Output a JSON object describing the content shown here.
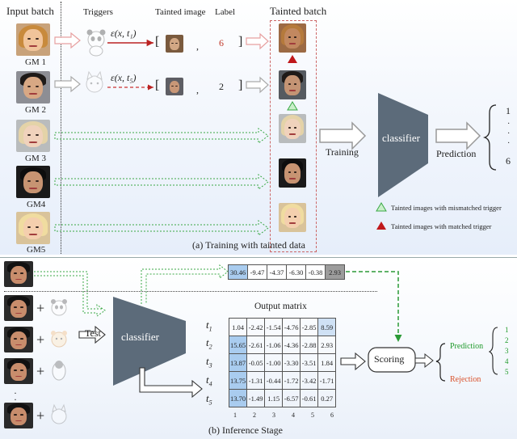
{
  "panel_a": {
    "caption": "(a) Training with tainted data",
    "headers": {
      "input_batch": "Input batch",
      "triggers": "Triggers",
      "tainted_image": "Tainted image",
      "label": "Label",
      "tainted_batch": "Tainted batch"
    },
    "inputs": [
      "GM 1",
      "GM 2",
      "GM 3",
      "GM4",
      "GM5"
    ],
    "row1": {
      "formula": "ε(x, t₁)",
      "open": "[",
      "comma": ",",
      "label": "6",
      "close": "]"
    },
    "row2": {
      "formula": "ε(x, t₅)",
      "open": "[",
      "comma": ",",
      "label": "2",
      "close": "]"
    },
    "training_label": "Training",
    "classifier_label": "classifier",
    "prediction_label": "Prediction",
    "prediction_values": [
      "1",
      "·",
      "·",
      "·",
      "6"
    ],
    "legend": {
      "mismatched": "Tainted images with mismatched trigger",
      "matched": "Tainted images with matched trigger"
    }
  },
  "panel_b": {
    "caption": "(b) Inference Stage",
    "test_label": "Test",
    "classifier_label": "classifier",
    "output_matrix_title": "Output matrix",
    "plus": "+",
    "dots": "·",
    "top_row": [
      "30.46",
      "-9.47",
      "-4.37",
      "-6.30",
      "-0.38",
      "2.93"
    ],
    "row_labels": [
      "t1",
      "t2",
      "t3",
      "t4",
      "t5"
    ],
    "matrix": [
      [
        "1.04",
        "-2.42",
        "-1.54",
        "-4.76",
        "-2.85",
        "8.59"
      ],
      [
        "15.65",
        "-2.61",
        "-1.06",
        "-4.36",
        "-2.88",
        "2.93"
      ],
      [
        "13.87",
        "-0.05",
        "-1.00",
        "-3.30",
        "-3.51",
        "1.84"
      ],
      [
        "13.75",
        "-1.31",
        "-0.44",
        "-1.72",
        "-3.42",
        "-1.71"
      ],
      [
        "13.70",
        "-1.49",
        "1.15",
        "-6.57",
        "-0.61",
        "0.27"
      ]
    ],
    "col_labels": [
      "1",
      "2",
      "3",
      "4",
      "5",
      "6"
    ],
    "scoring_label": "Scoring",
    "prediction_label": "Prediction",
    "rejection_label": "Rejection",
    "prediction_values": [
      "1",
      "2",
      "3",
      "4",
      "5"
    ],
    "colors": {
      "prediction": "#1f9a2a",
      "rejection": "#d9502a",
      "classifier": "#5c6b7a"
    }
  }
}
